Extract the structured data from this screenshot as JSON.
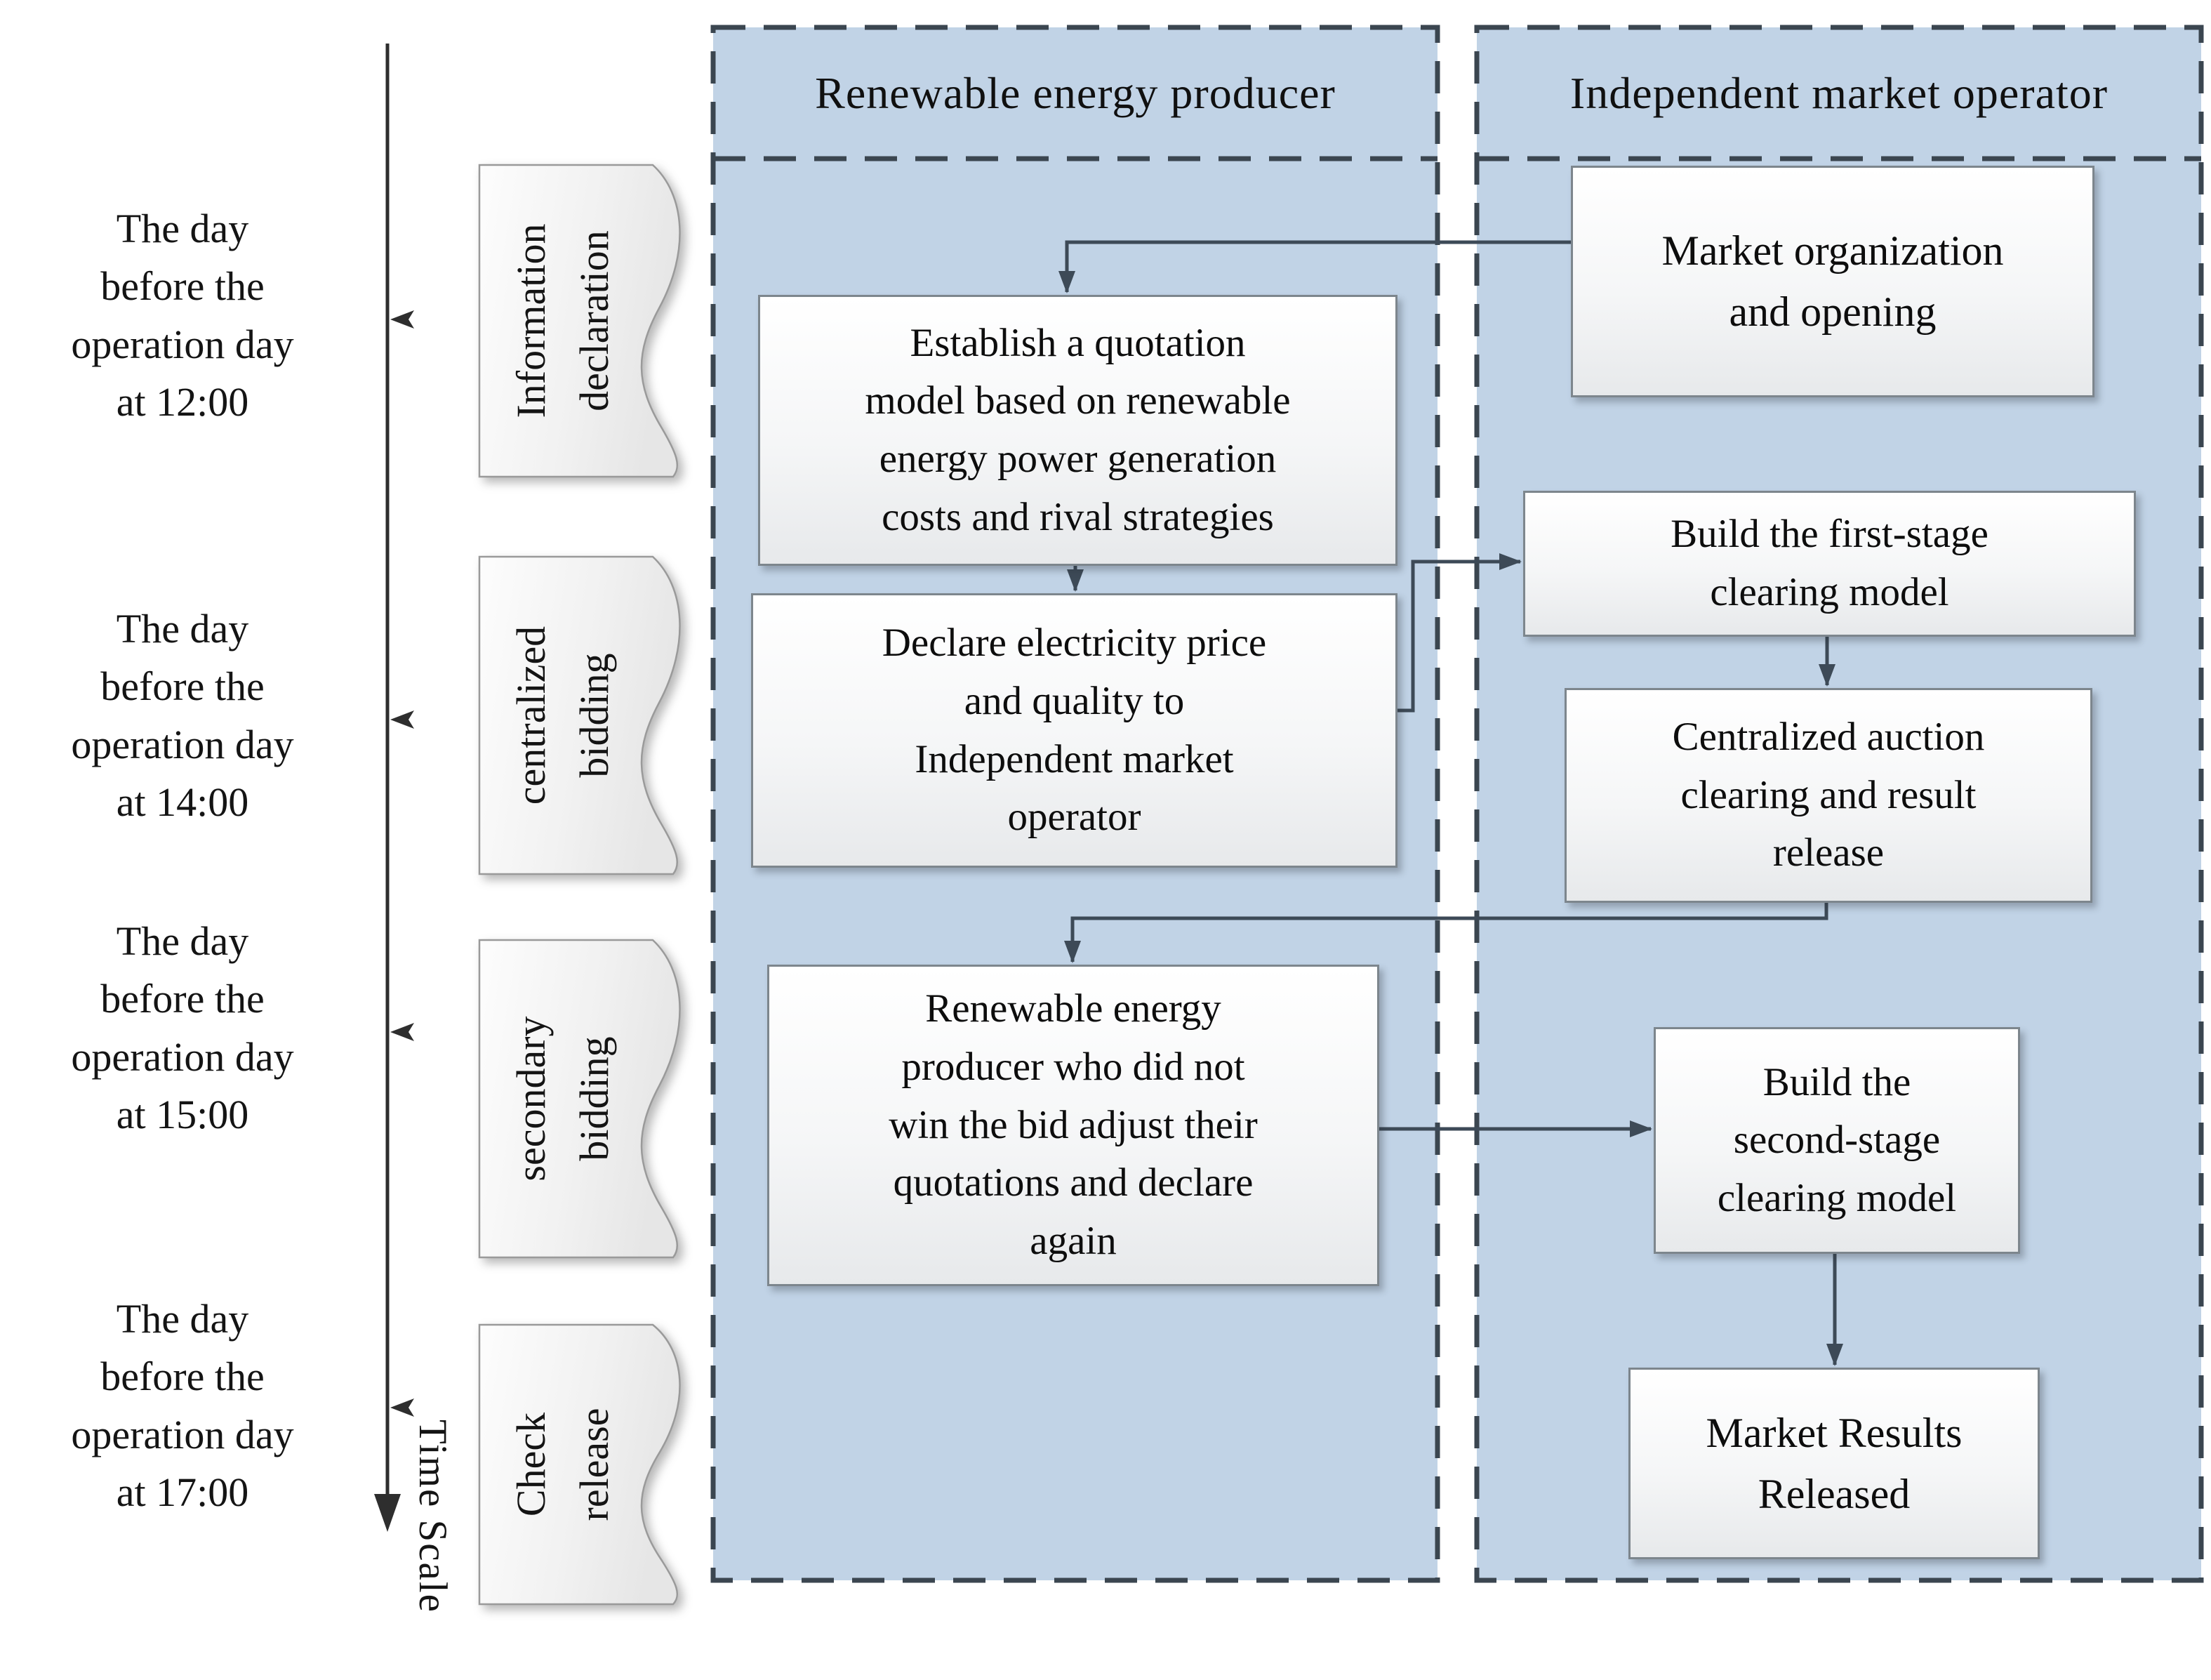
{
  "columns": {
    "left": {
      "title": "Renewable energy producer"
    },
    "right": {
      "title": "Independent market operator"
    }
  },
  "timeline": {
    "scale_label": "Time Scale",
    "milestones": [
      {
        "text": "The day\nbefore the\noperation day\nat 12:00"
      },
      {
        "text": "The day\nbefore the\noperation day\nat 14:00"
      },
      {
        "text": "The day\nbefore the\noperation day\nat 15:00"
      },
      {
        "text": "The day\nbefore the\noperation day\nat 17:00"
      }
    ]
  },
  "phases": [
    {
      "label": "Information\ndeclaration"
    },
    {
      "label": "centralized\nbidding"
    },
    {
      "label": "secondary\nbidding"
    },
    {
      "label": "Check\nrelease"
    }
  ],
  "boxes": {
    "market_org": {
      "text": "Market organization\nand opening"
    },
    "establish": {
      "text": "Establish a quotation\nmodel based on renewable\nenergy power generation\ncosts and rival strategies"
    },
    "declare": {
      "text": "Declare electricity price\nand quality to\nIndependent market\noperator"
    },
    "first_stage": {
      "text": "Build the first-stage\nclearing model"
    },
    "auction": {
      "text": "Centralized auction\nclearing and result\nrelease"
    },
    "rebid": {
      "text": "Renewable energy\nproducer who did not\nwin the bid adjust their\nquotations and declare\nagain"
    },
    "second_stage": {
      "text": "Build the\nsecond-stage\nclearing model"
    },
    "results": {
      "text": "Market Results\nReleased"
    }
  },
  "colors": {
    "column_fill": "#c1d3e6",
    "dash_border": "#3b4650",
    "connector": "#3d4a57",
    "box_border": "#7d868d",
    "text": "#101010"
  }
}
